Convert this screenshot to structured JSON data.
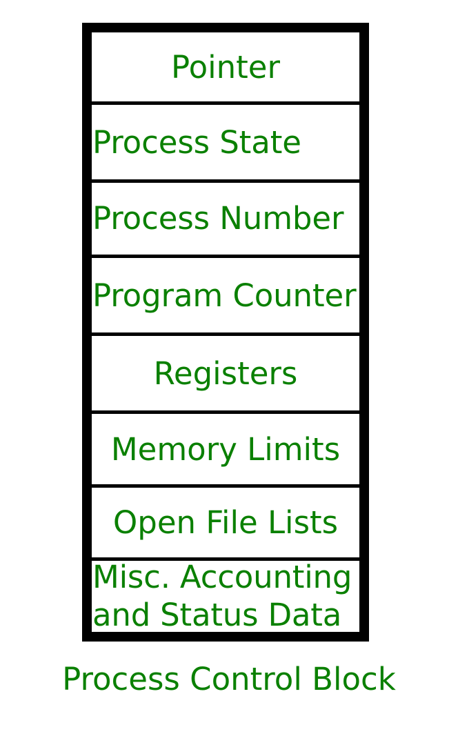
{
  "figure": {
    "caption": "Process Control Block",
    "colors": {
      "text": "#0a8000",
      "rule": "#000000",
      "cell_background": "#ffffff",
      "page_background": "#ffffff"
    },
    "rows": [
      {
        "label": "Pointer"
      },
      {
        "label": "Process State"
      },
      {
        "label": "Process Number"
      },
      {
        "label": "Program Counter"
      },
      {
        "label": "Registers"
      },
      {
        "label": "Memory Limits"
      },
      {
        "label": "Open File Lists"
      },
      {
        "label_line1": "Misc.  Accounting",
        "label_line2": "and Status Data"
      }
    ]
  }
}
